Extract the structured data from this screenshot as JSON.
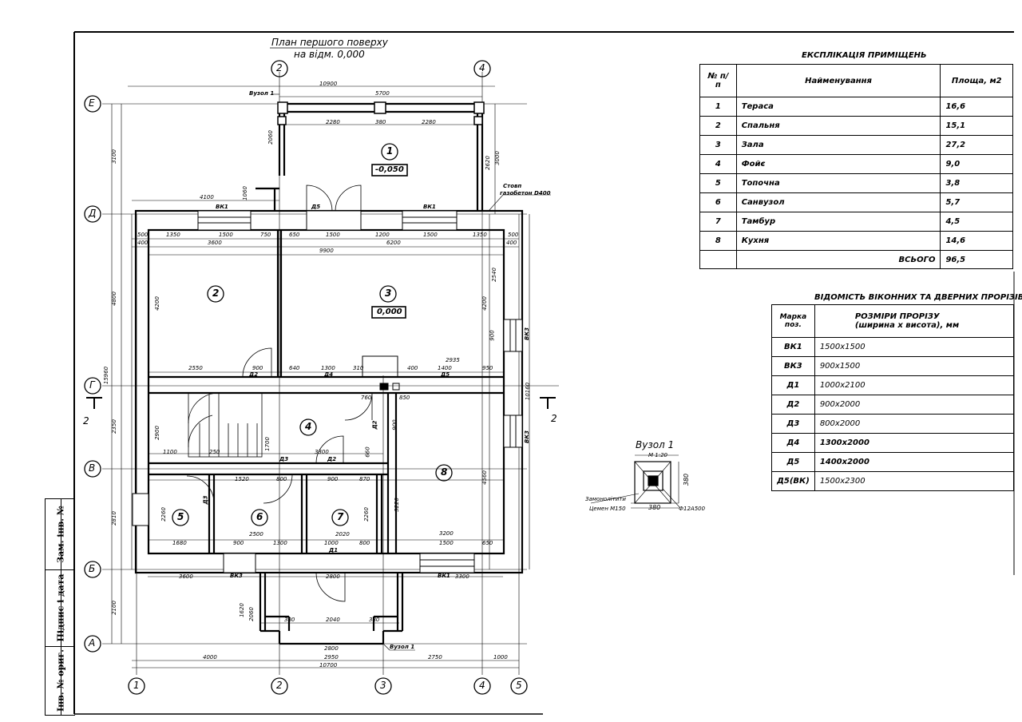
{
  "drawing": {
    "title_line1": "План першого поверху",
    "title_line2": "на відм. 0,000",
    "room_marks": [
      "1",
      "2",
      "3",
      "4",
      "5",
      "6",
      "7",
      "8"
    ],
    "level_terrace": "-0,050",
    "level_hall": "0,000",
    "axes_horizontal": [
      "1",
      "2",
      "3",
      "4",
      "5"
    ],
    "axes_vertical": [
      "Е",
      "Д",
      "Г",
      "В",
      "Б",
      "А"
    ],
    "section_mark": "2",
    "knot_label": "Вузол 1",
    "posts_note_line1": "Стовп",
    "posts_note_line2": "газобетон D400",
    "dimensions": {
      "top_total": "10900",
      "top_terrace": "5700",
      "terrace_left": "2280",
      "terrace_mid": "380",
      "terrace_right": "2280",
      "terrace_depth": "2060",
      "terrace_h1": "2620",
      "terrace_h2": "3000",
      "wall_left": "4100",
      "wall_1060": "1060",
      "left_E_D": "3100",
      "left_D_G": "4800",
      "left_G_V": "2350",
      "left_V_B": "2810",
      "left_B_A": "2100",
      "left_total": "15960",
      "right_total": "10160",
      "row1": [
        "500",
        "1350",
        "1500",
        "750",
        "650",
        "1500",
        "1200",
        "1500",
        "1350",
        "500"
      ],
      "row2": [
        "400",
        "3600",
        "6200",
        "400"
      ],
      "row_9900": "9900",
      "room2_h": "4200",
      "room3_h": "4200",
      "room3_2540": "2540",
      "r_900a": "900",
      "dim_2550": "2550",
      "dim_900b": "900",
      "dim_640": "640",
      "dim_1300": "1300",
      "dim_310": "310",
      "dim_400": "400",
      "dim_1400": "1400",
      "dim_950": "950",
      "dim_2935": "2935",
      "dim_760": "760",
      "dim_850": "850",
      "dim_2900": "2900",
      "dim_1100": "1100",
      "dim_1700": "1700",
      "dim_3300": "3300",
      "dim_660": "660",
      "dim_250": "250",
      "dim_900s": "900",
      "dim_4560": "4560",
      "dim_3220": "3220",
      "dim_3200": "3200",
      "dim_1520": "1520",
      "dim_800": "800",
      "dim_870": "870",
      "dim_2260": "2260",
      "dim_2500": "2500",
      "dim_2020": "2020",
      "dim_1680": "1680",
      "dim_1300b": "1300",
      "dim_1000": "1000",
      "dim_1500b": "1500",
      "dim_650": "650",
      "bottom_3600": "3600",
      "bottom_3300": "3300",
      "bottom_2800": "2800",
      "porch_2040": "2040",
      "porch_380": "380",
      "porch_2800": "2800",
      "porch_1620": "1620",
      "porch_2060": "2060",
      "bot_4000": "4000",
      "bot_2950": "2950",
      "bot_2750": "2750",
      "bot_1000": "1000",
      "bot_total": "10700"
    },
    "opening_marks": {
      "vk1": "ВК1",
      "vk3": "ВК3",
      "d1": "Д1",
      "d2": "Д2",
      "d3": "Д3",
      "d4": "Д4",
      "d5": "Д5"
    },
    "knot": {
      "title": "Вузол 1",
      "scale": "М 1:20",
      "dim": "380",
      "note1": "Замонолітити",
      "note2": "Цемен М150",
      "rebar": "Ф12А500"
    }
  },
  "explication": {
    "title": "ЕКСПЛІКАЦІЯ ПРИМІЩЕНЬ",
    "headers": [
      "№ п/п",
      "Найменування",
      "Площа, м2"
    ],
    "rows": [
      {
        "n": "1",
        "name": "Тераса",
        "area": "16,6"
      },
      {
        "n": "2",
        "name": "Спальня",
        "area": "15,1"
      },
      {
        "n": "3",
        "name": "Зала",
        "area": "27,2"
      },
      {
        "n": "4",
        "name": "Фойє",
        "area": "9,0"
      },
      {
        "n": "5",
        "name": "Топочна",
        "area": "3,8"
      },
      {
        "n": "6",
        "name": "Санвузол",
        "area": "5,7"
      },
      {
        "n": "7",
        "name": "Тамбур",
        "area": "4,5"
      },
      {
        "n": "8",
        "name": "Кухня",
        "area": "14,6"
      }
    ],
    "total_label": "ВСЬОГО",
    "total_value": "96,5"
  },
  "openings": {
    "title": "ВІДОМІСТЬ ВІКОННИХ ТА ДВЕРНИХ ПРОРІЗІВ",
    "header_mark": "Марка поз.",
    "header_size_line1": "РОЗМІРИ ПРОРІЗУ",
    "header_size_line2": "(ширина х висота), мм",
    "rows": [
      {
        "mark": "ВК1",
        "size": "1500x1500"
      },
      {
        "mark": "ВК3",
        "size": "900x1500"
      },
      {
        "mark": "Д1",
        "size": "1000x2100"
      },
      {
        "mark": "Д2",
        "size": "900x2000"
      },
      {
        "mark": "Д3",
        "size": "800x2000"
      },
      {
        "mark": "Д4",
        "size": "1300x2000"
      },
      {
        "mark": "Д5",
        "size": "1400x2000"
      },
      {
        "mark": "Д5(ВК)",
        "size": "1500x2300"
      }
    ]
  },
  "stamp": {
    "cell1": "Зам. інв. №",
    "cell2": "Підпис і дата",
    "cell3": "Інв. № ориг."
  }
}
